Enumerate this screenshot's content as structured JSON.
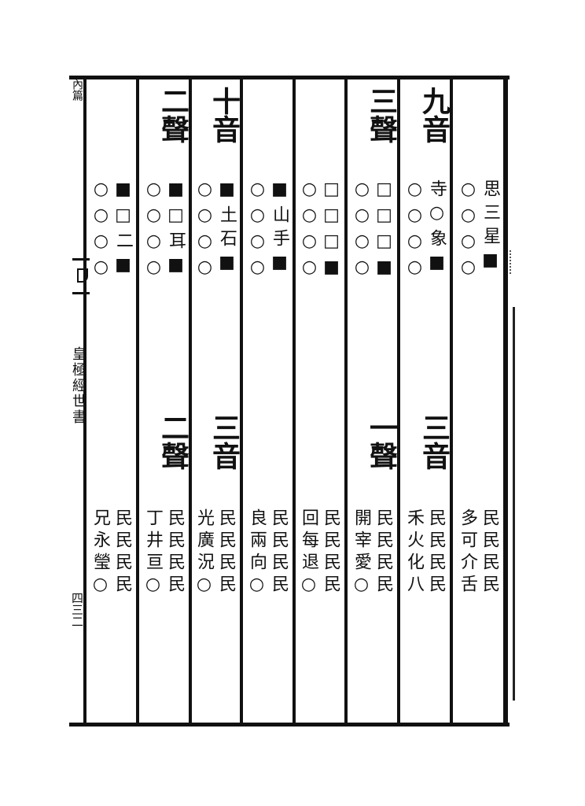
{
  "margin": {
    "top_chars": "內篇",
    "book_title": "皇極經世書",
    "page_number": "四三二"
  },
  "columns": [
    {
      "head": "",
      "sub_right": "思三星■",
      "sub_left": "○○○○",
      "mid_head": "",
      "lower_right": "民民民民",
      "lower_left": "多可介舌"
    },
    {
      "head": "九音",
      "sub_right": "寺○象■",
      "sub_left": "○○○○",
      "mid_head": "三音",
      "lower_right": "民民民民",
      "lower_left": "禾火化八"
    },
    {
      "head": "三聲",
      "sub_right": "□□□■",
      "sub_left": "○○○○",
      "mid_head": "一聲",
      "lower_right": "民民民民",
      "lower_left": "開宰愛○"
    },
    {
      "head": "",
      "sub_right": "□□□■",
      "sub_left": "○○○○",
      "mid_head": "",
      "lower_right": "民民民民",
      "lower_left": "回每退○"
    },
    {
      "head": "",
      "sub_right": "■山手■",
      "sub_left": "○○○○",
      "mid_head": "",
      "lower_right": "民民民民",
      "lower_left": "良兩向○"
    },
    {
      "head": "十音",
      "sub_right": "■土石■",
      "sub_left": "○○○○",
      "mid_head": "三音",
      "lower_right": "民民民民",
      "lower_left": "光廣況○"
    },
    {
      "head": "二聲",
      "sub_right": "■□耳■",
      "sub_left": "○○○○",
      "mid_head": "二聲",
      "lower_right": "民民民民",
      "lower_left": "丁井亘○"
    },
    {
      "head": "",
      "sub_right": "■□二■",
      "sub_left": "○○○○",
      "mid_head": "",
      "lower_right": "民民民民",
      "lower_left": "兄永瑩○"
    }
  ]
}
